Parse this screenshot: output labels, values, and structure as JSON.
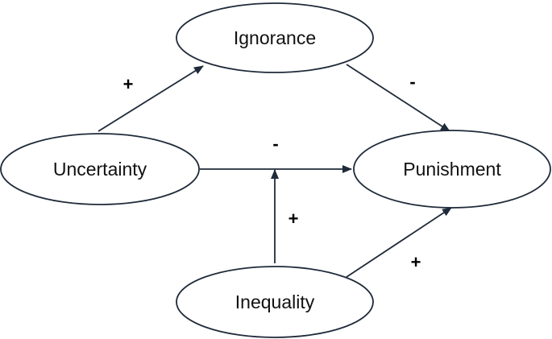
{
  "nodes": {
    "ignorance": {
      "label": "Ignorance"
    },
    "uncertainty": {
      "label": "Uncertainty"
    },
    "punishment": {
      "label": "Punishment"
    },
    "inequality": {
      "label": "Inequality"
    }
  },
  "edges": {
    "uncertainty_to_ignorance": {
      "from": "Uncertainty",
      "to": "Ignorance",
      "sign": "+"
    },
    "ignorance_to_punishment": {
      "from": "Ignorance",
      "to": "Punishment",
      "sign": "-"
    },
    "uncertainty_to_punishment": {
      "from": "Uncertainty",
      "to": "Punishment",
      "sign": "-"
    },
    "inequality_moderates": {
      "from": "Inequality",
      "to": "Uncertainty → Punishment",
      "sign": "+"
    },
    "inequality_to_punishment": {
      "from": "Inequality",
      "to": "Punishment",
      "sign": "+"
    }
  },
  "colors": {
    "stroke": "#1f2a3a",
    "text": "#111111",
    "background": "#ffffff"
  }
}
